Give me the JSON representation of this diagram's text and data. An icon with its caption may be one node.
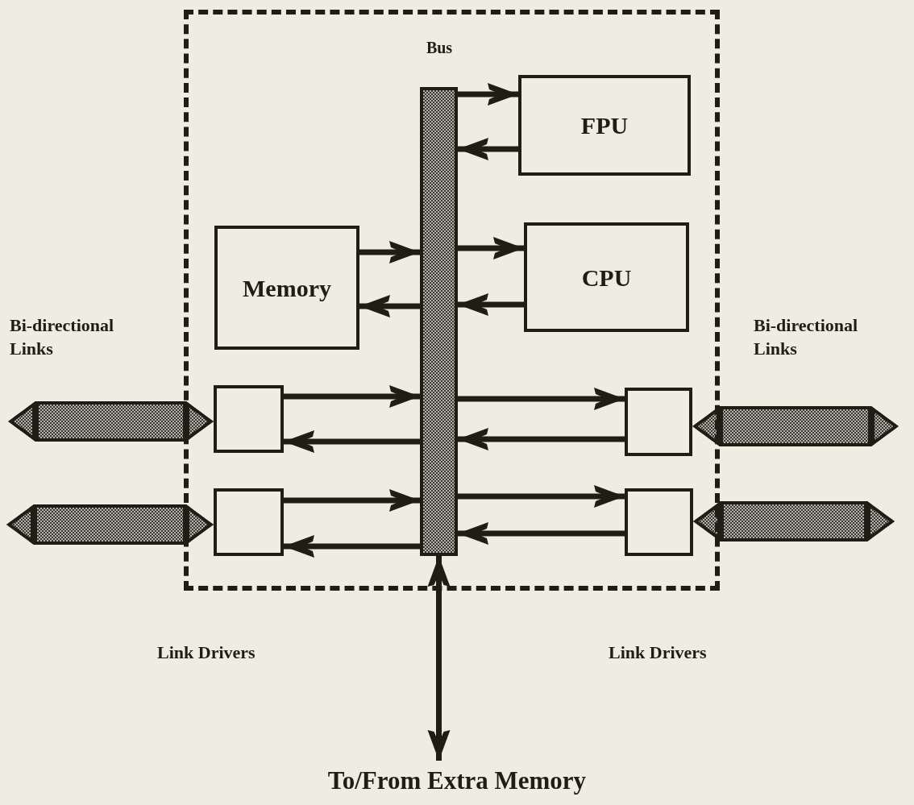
{
  "diagram": {
    "nodes": [
      {
        "text": [],
        "shape": "box"
      },
      {
        "text": [
          "Bus"
        ],
        "in": 0
      },
      {
        "text": [
          "FPU"
        ],
        "in": 0
      },
      {
        "text": [
          "Memory"
        ],
        "in": 0
      },
      {
        "text": [
          "CPU"
        ],
        "in": 0
      },
      {
        "text": [],
        "shape": "box",
        "in": 0
      },
      {
        "text": [],
        "shape": "box",
        "in": 0
      },
      {
        "text": [],
        "shape": "box",
        "in": 0
      },
      {
        "text": [],
        "shape": "box",
        "in": 0
      },
      {
        "text": [
          "To/From Extra Memory"
        ]
      }
    ],
    "edges": [
      {
        "from": 1,
        "to": 2,
        "arrow": "to"
      },
      {
        "from": 2,
        "to": 1,
        "arrow": "to"
      },
      {
        "from": 3,
        "to": 1,
        "arrow": "to"
      },
      {
        "from": 1,
        "to": 3,
        "arrow": "to"
      },
      {
        "from": 1,
        "to": 4,
        "arrow": "to"
      },
      {
        "from": 4,
        "to": 1,
        "arrow": "to"
      },
      {
        "from": 5,
        "to": 1,
        "arrow": "to"
      },
      {
        "from": 1,
        "to": 5,
        "arrow": "to"
      },
      {
        "from": 6,
        "to": 1,
        "arrow": "to"
      },
      {
        "from": 1,
        "to": 6,
        "arrow": "to"
      },
      {
        "from": 1,
        "to": 7,
        "arrow": "to"
      },
      {
        "from": 7,
        "to": 1,
        "arrow": "to"
      },
      {
        "from": 1,
        "to": 8,
        "arrow": "to"
      },
      {
        "from": 8,
        "to": 1,
        "arrow": "to"
      },
      {
        "from": 1,
        "to": 9,
        "arrow": "both"
      },
      {
        "from": null,
        "to": 5,
        "arrow": "both",
        "style": "thick"
      },
      {
        "from": null,
        "to": 6,
        "arrow": "both",
        "style": "thick"
      },
      {
        "from": null,
        "to": 7,
        "arrow": "both",
        "style": "thick"
      },
      {
        "from": null,
        "to": 8,
        "arrow": "both",
        "style": "thick"
      }
    ],
    "labels": [
      "Bi-directional Links",
      "Bi-directional Links",
      "Link Drivers",
      "Link Drivers"
    ]
  }
}
